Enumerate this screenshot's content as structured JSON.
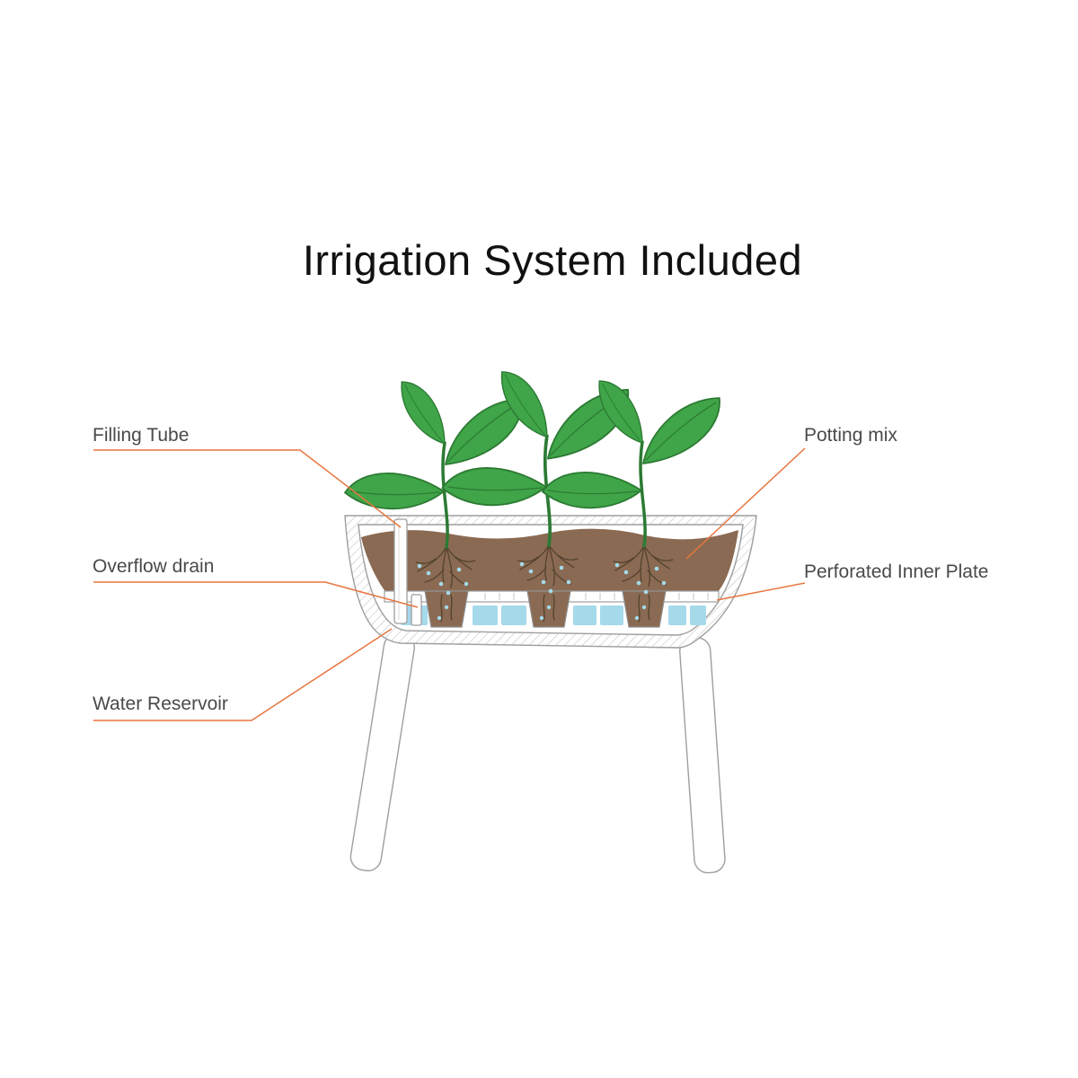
{
  "title": "Irrigation System Included",
  "callouts": {
    "filling_tube": "Filling Tube",
    "overflow_drain": "Overflow drain",
    "water_reservoir": "Water Reservoir",
    "potting_mix": "Potting mix",
    "perforated_inner_plate": "Perforated Inner Plate"
  },
  "colors": {
    "accent": "#E8763F",
    "leaf": "#3FA548",
    "leaf_dark": "#2C7A33",
    "soil": "#8A6A52",
    "water": "#A5DAEA",
    "outline": "#9E9E9E",
    "label_text": "#4A4A4A",
    "title_text": "#111111"
  }
}
